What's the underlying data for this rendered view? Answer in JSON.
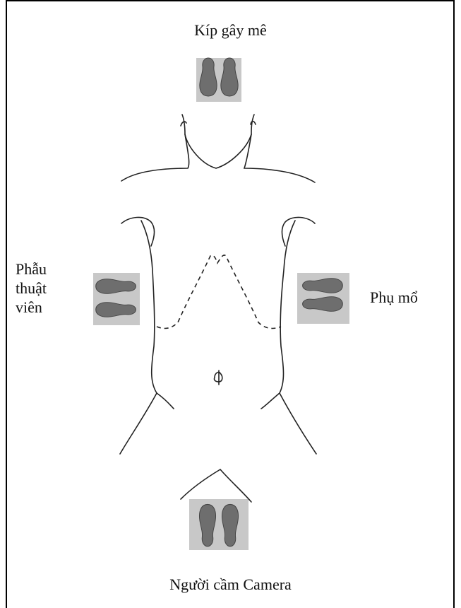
{
  "labels": {
    "anesthesia_team": "Kíp gây mê",
    "surgeon": [
      "Phẫu",
      "thuật",
      "viên"
    ],
    "assistant": "Phụ mổ",
    "camera_holder": "Người cầm Camera"
  },
  "colors": {
    "footprint_box": "#c8c8c8",
    "footprint": "#6e6e6e",
    "line": "#222222"
  }
}
